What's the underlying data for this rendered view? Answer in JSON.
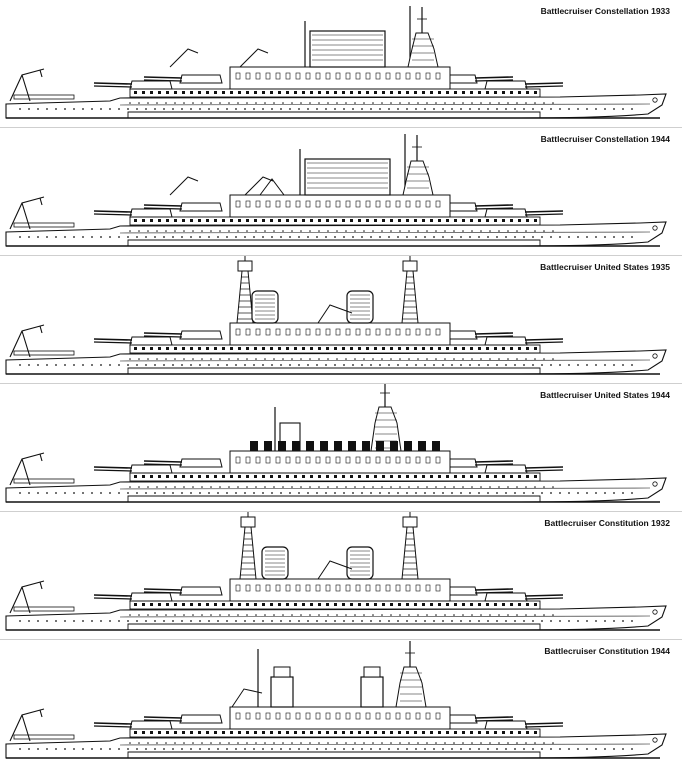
{
  "figure": {
    "panels": [
      {
        "caption": "Battlecruiser Constellation 1933",
        "variant": "constellation-1933"
      },
      {
        "caption": "Battlecruiser Constellation 1944",
        "variant": "constellation-1944"
      },
      {
        "caption": "Battlecruiser United States 1935",
        "variant": "united-states-1935"
      },
      {
        "caption": "Battlecruiser United States 1944",
        "variant": "united-states-1944"
      },
      {
        "caption": "Battlecruiser Constitution 1932",
        "variant": "constitution-1932"
      },
      {
        "caption": "Battlecruiser Constitution 1944",
        "variant": "constitution-1944"
      }
    ],
    "colors": {
      "line": "#111111",
      "background": "#ffffff",
      "separator": "#cfcfcf"
    }
  }
}
